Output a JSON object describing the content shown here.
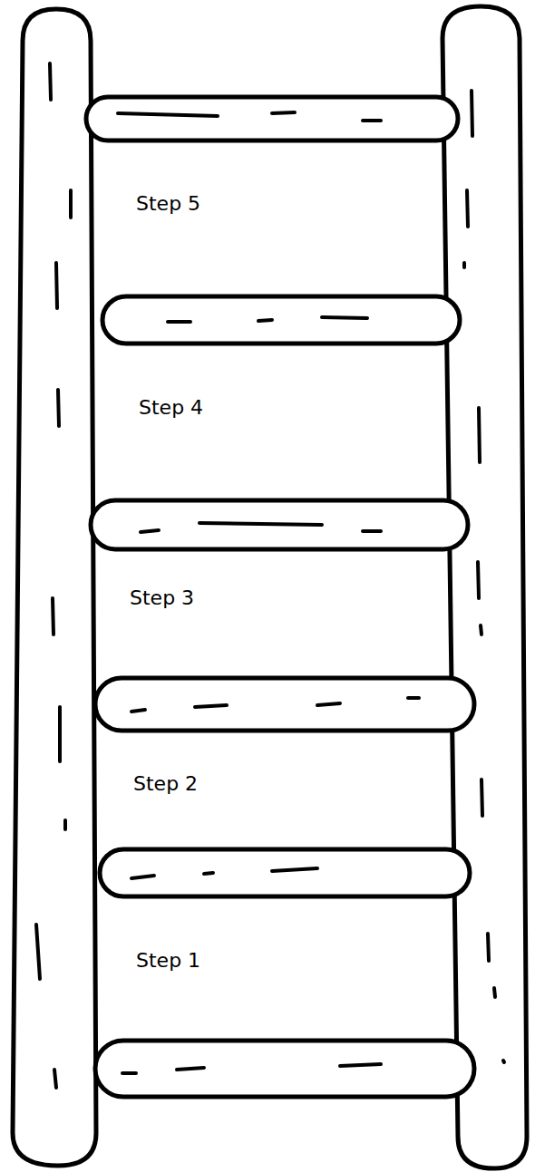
{
  "diagram": {
    "labels": [
      "Step 5",
      "Step 4",
      "Step 3",
      "Step 2",
      "Step 1"
    ]
  }
}
